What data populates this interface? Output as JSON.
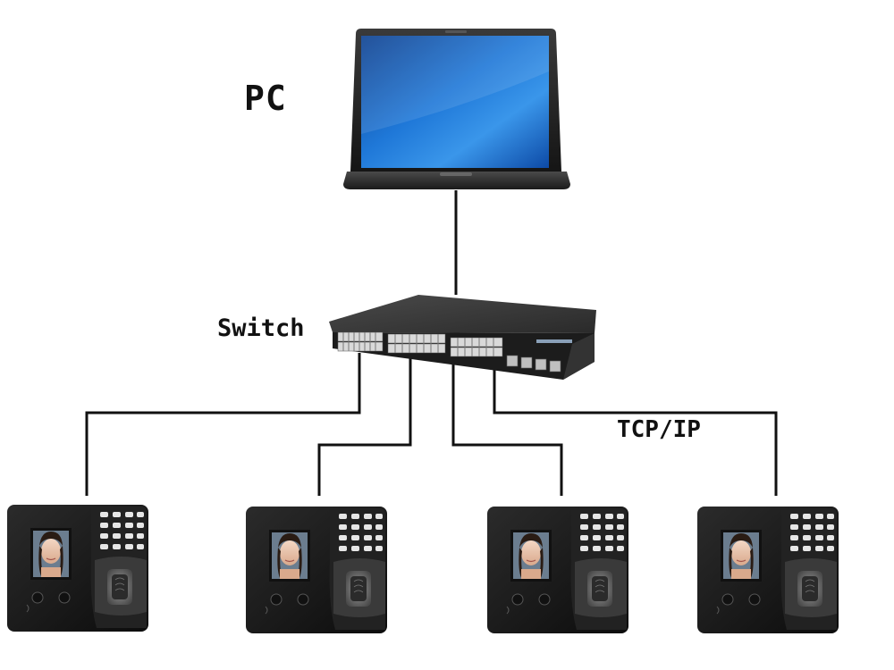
{
  "labels": {
    "pc": "PC",
    "switch": "Switch",
    "protocol": "TCP/IP"
  },
  "nodes": {
    "pc": {
      "icon": "laptop-icon"
    },
    "switch": {
      "icon": "network-switch-icon"
    },
    "devices": [
      {
        "icon": "face-fingerprint-terminal-icon"
      },
      {
        "icon": "face-fingerprint-terminal-icon"
      },
      {
        "icon": "face-fingerprint-terminal-icon"
      },
      {
        "icon": "face-fingerprint-terminal-icon"
      }
    ]
  },
  "colors": {
    "line": "#111111",
    "screen": "#1f6fd1",
    "device_body": "#1a1a1a",
    "switch_body": "#2c2c2c"
  }
}
